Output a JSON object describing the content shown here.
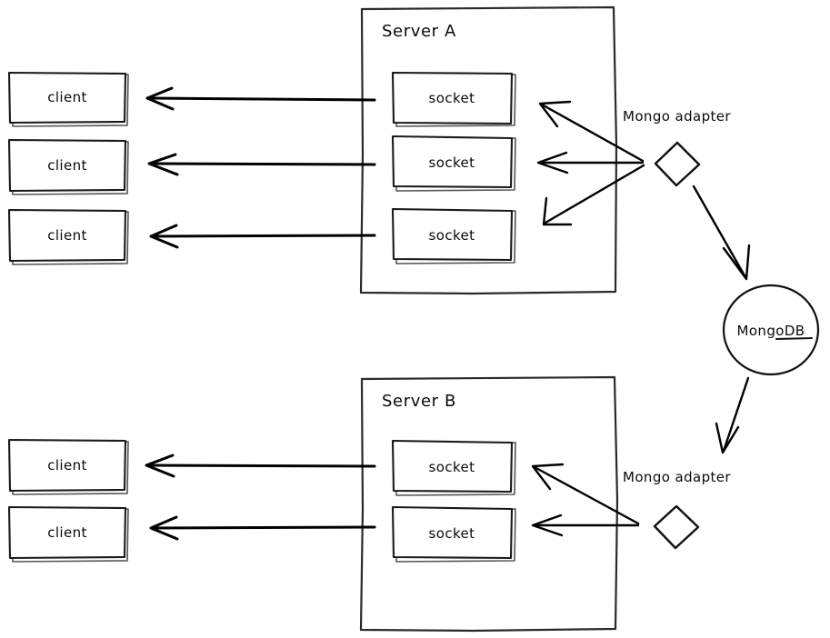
{
  "diagram": {
    "title": "Socket.IO Mongo adapter multi-server broadcast diagram",
    "background_color": "#ffffff",
    "stroke_color": "#111111",
    "style": "hand-drawn sketch"
  },
  "servers": [
    {
      "id": "server-a",
      "label": "Server A",
      "sockets": [
        {
          "label": "socket"
        },
        {
          "label": "socket"
        },
        {
          "label": "socket"
        }
      ]
    },
    {
      "id": "server-b",
      "label": "Server B",
      "sockets": [
        {
          "label": "socket"
        },
        {
          "label": "socket"
        }
      ]
    }
  ],
  "clients": {
    "upper_group": [
      {
        "label": "client"
      },
      {
        "label": "client"
      },
      {
        "label": "client"
      }
    ],
    "lower_group": [
      {
        "label": "client"
      },
      {
        "label": "client"
      }
    ]
  },
  "adapters": [
    {
      "id": "mongo-adapter-a",
      "label": "Mongo adapter",
      "shape": "diamond"
    },
    {
      "id": "mongo-adapter-b",
      "label": "Mongo adapter",
      "shape": "diamond"
    }
  ],
  "database": {
    "id": "mongodb",
    "label": "MongoDB",
    "shape": "circle"
  },
  "connections": {
    "socket_to_client_count": 5,
    "adapter_a_to_sockets": 3,
    "adapter_b_to_sockets": 2,
    "adapter_a_to_db": 1,
    "db_to_adapter_b": 1
  }
}
